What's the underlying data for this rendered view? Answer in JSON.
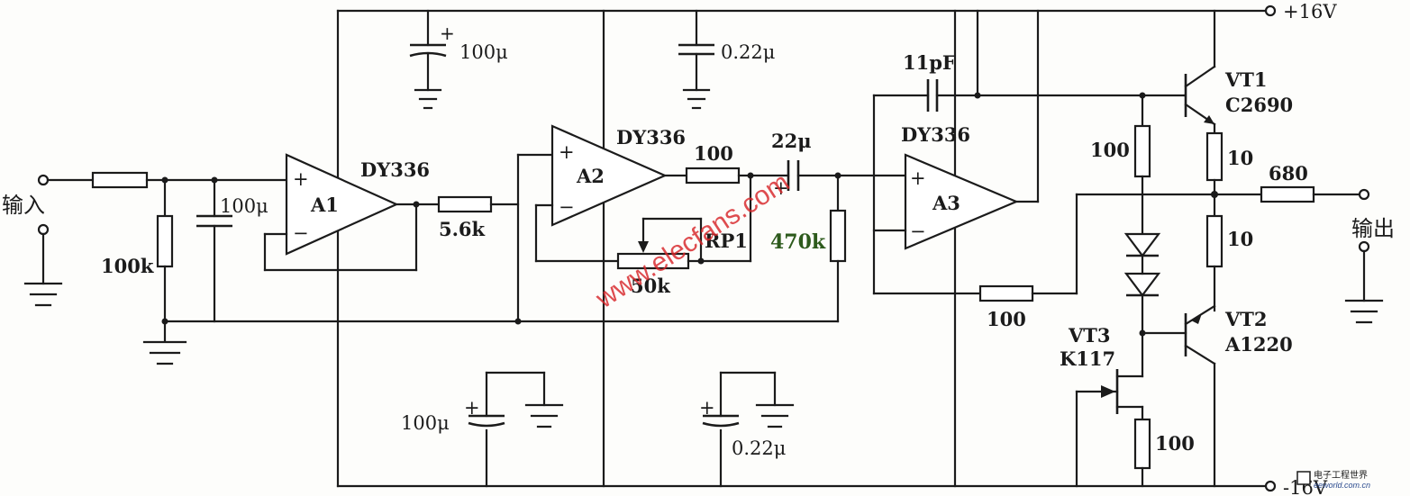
{
  "labels": {
    "input": "输入",
    "output": "输出",
    "vplus": "+16V",
    "vminus": "-16V",
    "opamp": "DY336",
    "a1": "A1",
    "a2": "A2",
    "a3": "A3",
    "plus": "+",
    "minus": "−",
    "vt1": "VT1",
    "vt1_part": "C2690",
    "vt2": "VT2",
    "vt2_part": "A1220",
    "vt3": "VT3",
    "vt3_part": "K117",
    "rp1": "RP1"
  },
  "components": {
    "r_100k": "100k",
    "c_100u_in": "100μ",
    "r_5_6k": "5.6k",
    "r_100_a2": "100",
    "c_22u": "22μ",
    "r_470k": "470k",
    "rp1_value": "50k",
    "c_11pf": "11pF",
    "r_100_fb": "100",
    "r_100_bias": "100",
    "r_10_top": "10",
    "r_10_bot": "10",
    "r_680": "680",
    "r_100_vt3": "100",
    "c_100u_top": "100μ",
    "c_022u_top": "0.22μ",
    "c_100u_bot": "100μ",
    "c_022u_bot": "0.22μ"
  },
  "watermark": {
    "text": "www.elecfans.com",
    "color": "#d8262a"
  },
  "logo": {
    "name": "电子工程世界",
    "site": "eeworld.com.cn"
  }
}
